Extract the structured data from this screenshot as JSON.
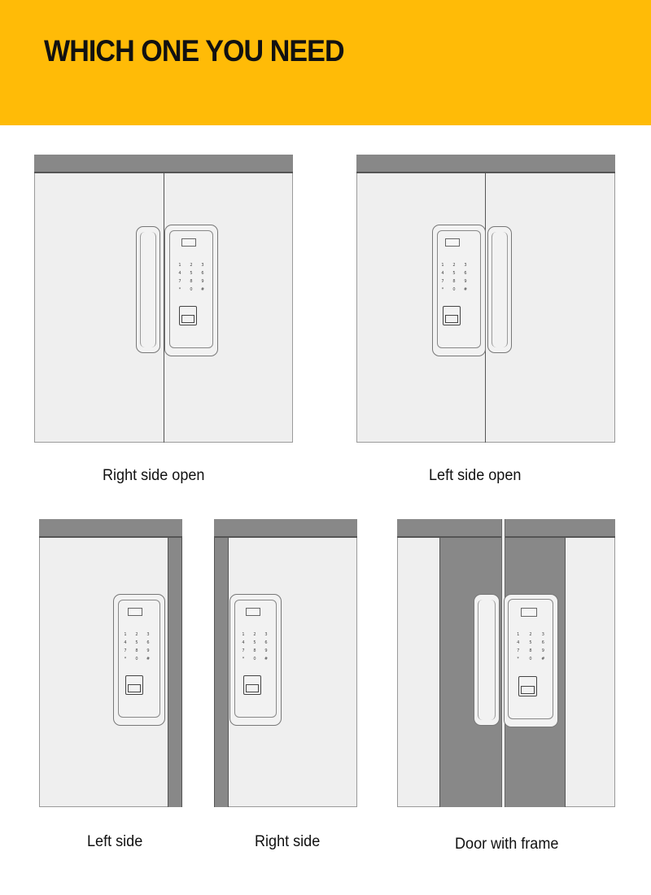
{
  "banner": {
    "title": "WHICH ONE YOU NEED",
    "color": "#ffbb07"
  },
  "colors": {
    "panel": "#efefef",
    "frame": "#888888",
    "outline": "#555555"
  },
  "options": [
    {
      "id": "right-side-open",
      "label": "Right side open",
      "handle_side": "left"
    },
    {
      "id": "left-side-open",
      "label": "Left side open",
      "handle_side": "right"
    },
    {
      "id": "left-side",
      "label": "Left side",
      "frame_side": "right"
    },
    {
      "id": "right-side",
      "label": "Right side",
      "frame_side": "left"
    },
    {
      "id": "door-with-frame",
      "label": "Door with frame"
    }
  ],
  "keypad": [
    "1",
    "2",
    "3",
    "4",
    "5",
    "6",
    "7",
    "8",
    "9",
    "*",
    "0",
    "#"
  ]
}
